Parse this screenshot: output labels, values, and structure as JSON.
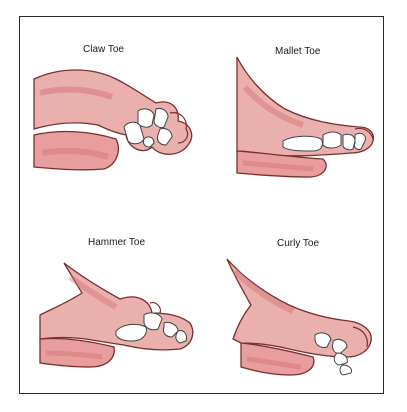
{
  "figure": {
    "panels": [
      {
        "label": "Claw Toe"
      },
      {
        "label": "Mallet Toe"
      },
      {
        "label": "Hammer Toe"
      },
      {
        "label": "Curly Toe"
      }
    ]
  },
  "colors": {
    "skin": "#eab0ad",
    "skin_dark": "#d06c6c",
    "outline": "#7a2f2f",
    "bone": "#ffffff",
    "bone_outline": "#444444"
  }
}
